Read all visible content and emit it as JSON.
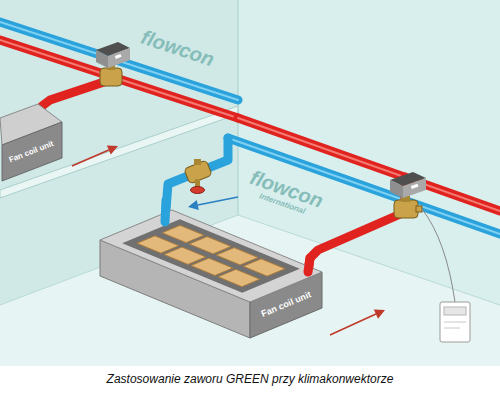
{
  "diagram": {
    "caption": "Zastosowanie zaworu GREEN przy klimakonwektorze",
    "nodes": [
      {
        "text": [
          "Fan coil unit"
        ]
      },
      {
        "text": [
          "Fan coil unit"
        ]
      }
    ],
    "labels": [
      "flowcon",
      "flowcon",
      "International"
    ]
  }
}
